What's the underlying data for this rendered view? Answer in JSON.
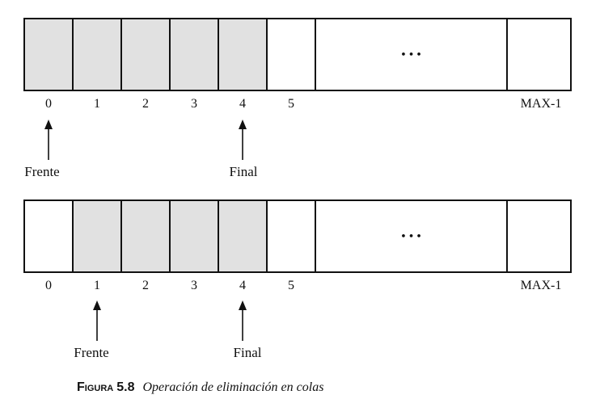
{
  "diagrams": [
    {
      "shaded": [
        true,
        true,
        true,
        true,
        true,
        false,
        false,
        false
      ],
      "ellipsis": "• • •",
      "indices": [
        "0",
        "1",
        "2",
        "3",
        "4",
        "5",
        "",
        "MAX-1"
      ],
      "front": {
        "label": "Frente",
        "index": 0
      },
      "rear": {
        "label": "Final",
        "index": 4
      }
    },
    {
      "shaded": [
        false,
        true,
        true,
        true,
        true,
        false,
        false,
        false
      ],
      "ellipsis": "• • •",
      "indices": [
        "0",
        "1",
        "2",
        "3",
        "4",
        "5",
        "",
        "MAX-1"
      ],
      "front": {
        "label": "Frente",
        "index": 1
      },
      "rear": {
        "label": "Final",
        "index": 4
      }
    }
  ],
  "caption": {
    "label": "Figura",
    "number": "5.8",
    "text": "Operación de eliminación en colas"
  },
  "colors": {
    "shaded": "#e1e1e1",
    "empty": "#ffffff",
    "stroke": "#111111"
  }
}
